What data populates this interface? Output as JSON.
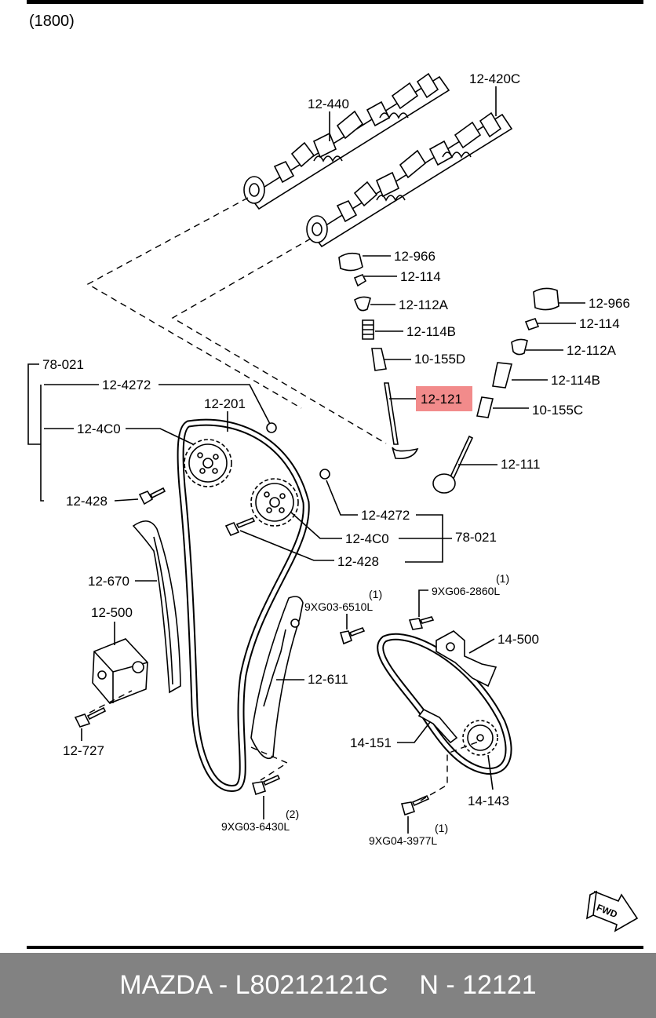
{
  "header": {
    "code": "(1800)"
  },
  "labels": {
    "c_12_440": "12-440",
    "c_12_420c": "12-420C",
    "c_12_966a": "12-966",
    "c_12_114a": "12-114",
    "c_12_112a_a": "12-112A",
    "c_12_114b_a": "12-114B",
    "c_10_155d": "10-155D",
    "c_12_121": "12-121",
    "c_12_966b": "12-966",
    "c_12_114b": "12-114",
    "c_12_112a_b": "12-112A",
    "c_12_114b_b": "12-114B",
    "c_10_155c": "10-155C",
    "c_12_111": "12-111",
    "c_78_021a": "78-021",
    "c_12_4272a": "12-4272",
    "c_12_201": "12-201",
    "c_12_4c0a": "12-4C0",
    "c_12_428a": "12-428",
    "c_12_4272b": "12-4272",
    "c_12_4c0b": "12-4C0",
    "c_78_021b": "78-021",
    "c_12_428b": "12-428",
    "c_12_670": "12-670",
    "c_12_500": "12-500",
    "c_12_727": "12-727",
    "c_9xg03_6510": "9XG03-6510L",
    "c_9xg03_6510_q": "(1)",
    "c_12_611": "12-611",
    "c_9xg06_2860": "9XG06-2860L",
    "c_9xg06_2860_q": "(1)",
    "c_14_500": "14-500",
    "c_14_151": "14-151",
    "c_14_143": "14-143",
    "c_9xg03_6430": "9XG03-6430L",
    "c_9xg03_6430_q": "(2)",
    "c_9xg04_3977": "9XG04-3977L",
    "c_9xg04_3977_q": "(1)",
    "fwd": "FWD"
  },
  "highlight": {
    "color": "#f28b8b"
  },
  "footer": {
    "brand": "MAZDA - L80212121C",
    "number": "N - 12121"
  }
}
